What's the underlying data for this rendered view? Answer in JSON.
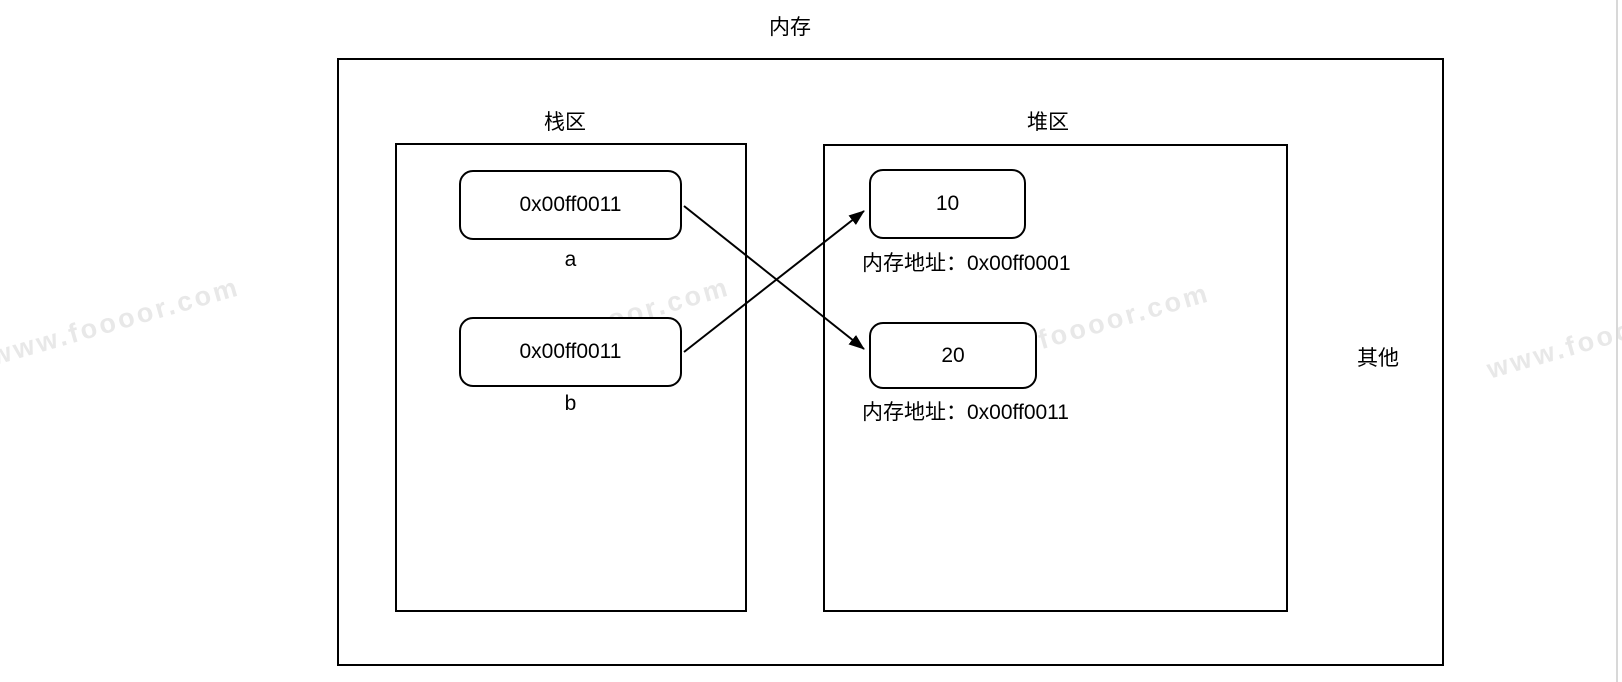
{
  "diagram": {
    "title": "内存",
    "watermark": "www.foooor.com",
    "stack": {
      "label": "栈区",
      "vars": [
        {
          "name": "a",
          "value": "0x00ff0011"
        },
        {
          "name": "b",
          "value": "0x00ff0011"
        }
      ]
    },
    "heap": {
      "label": "堆区",
      "cells": [
        {
          "value": "10",
          "address_label": "内存地址：0x00ff0001"
        },
        {
          "value": "20",
          "address_label": "内存地址：0x00ff0011"
        }
      ]
    },
    "other_label": "其他",
    "edges": [
      {
        "from": "stack.a",
        "to": "heap.20"
      },
      {
        "from": "stack.b",
        "to": "heap.10"
      }
    ],
    "colors": {
      "line": "#000000",
      "watermark": "#e8e8e8"
    }
  }
}
